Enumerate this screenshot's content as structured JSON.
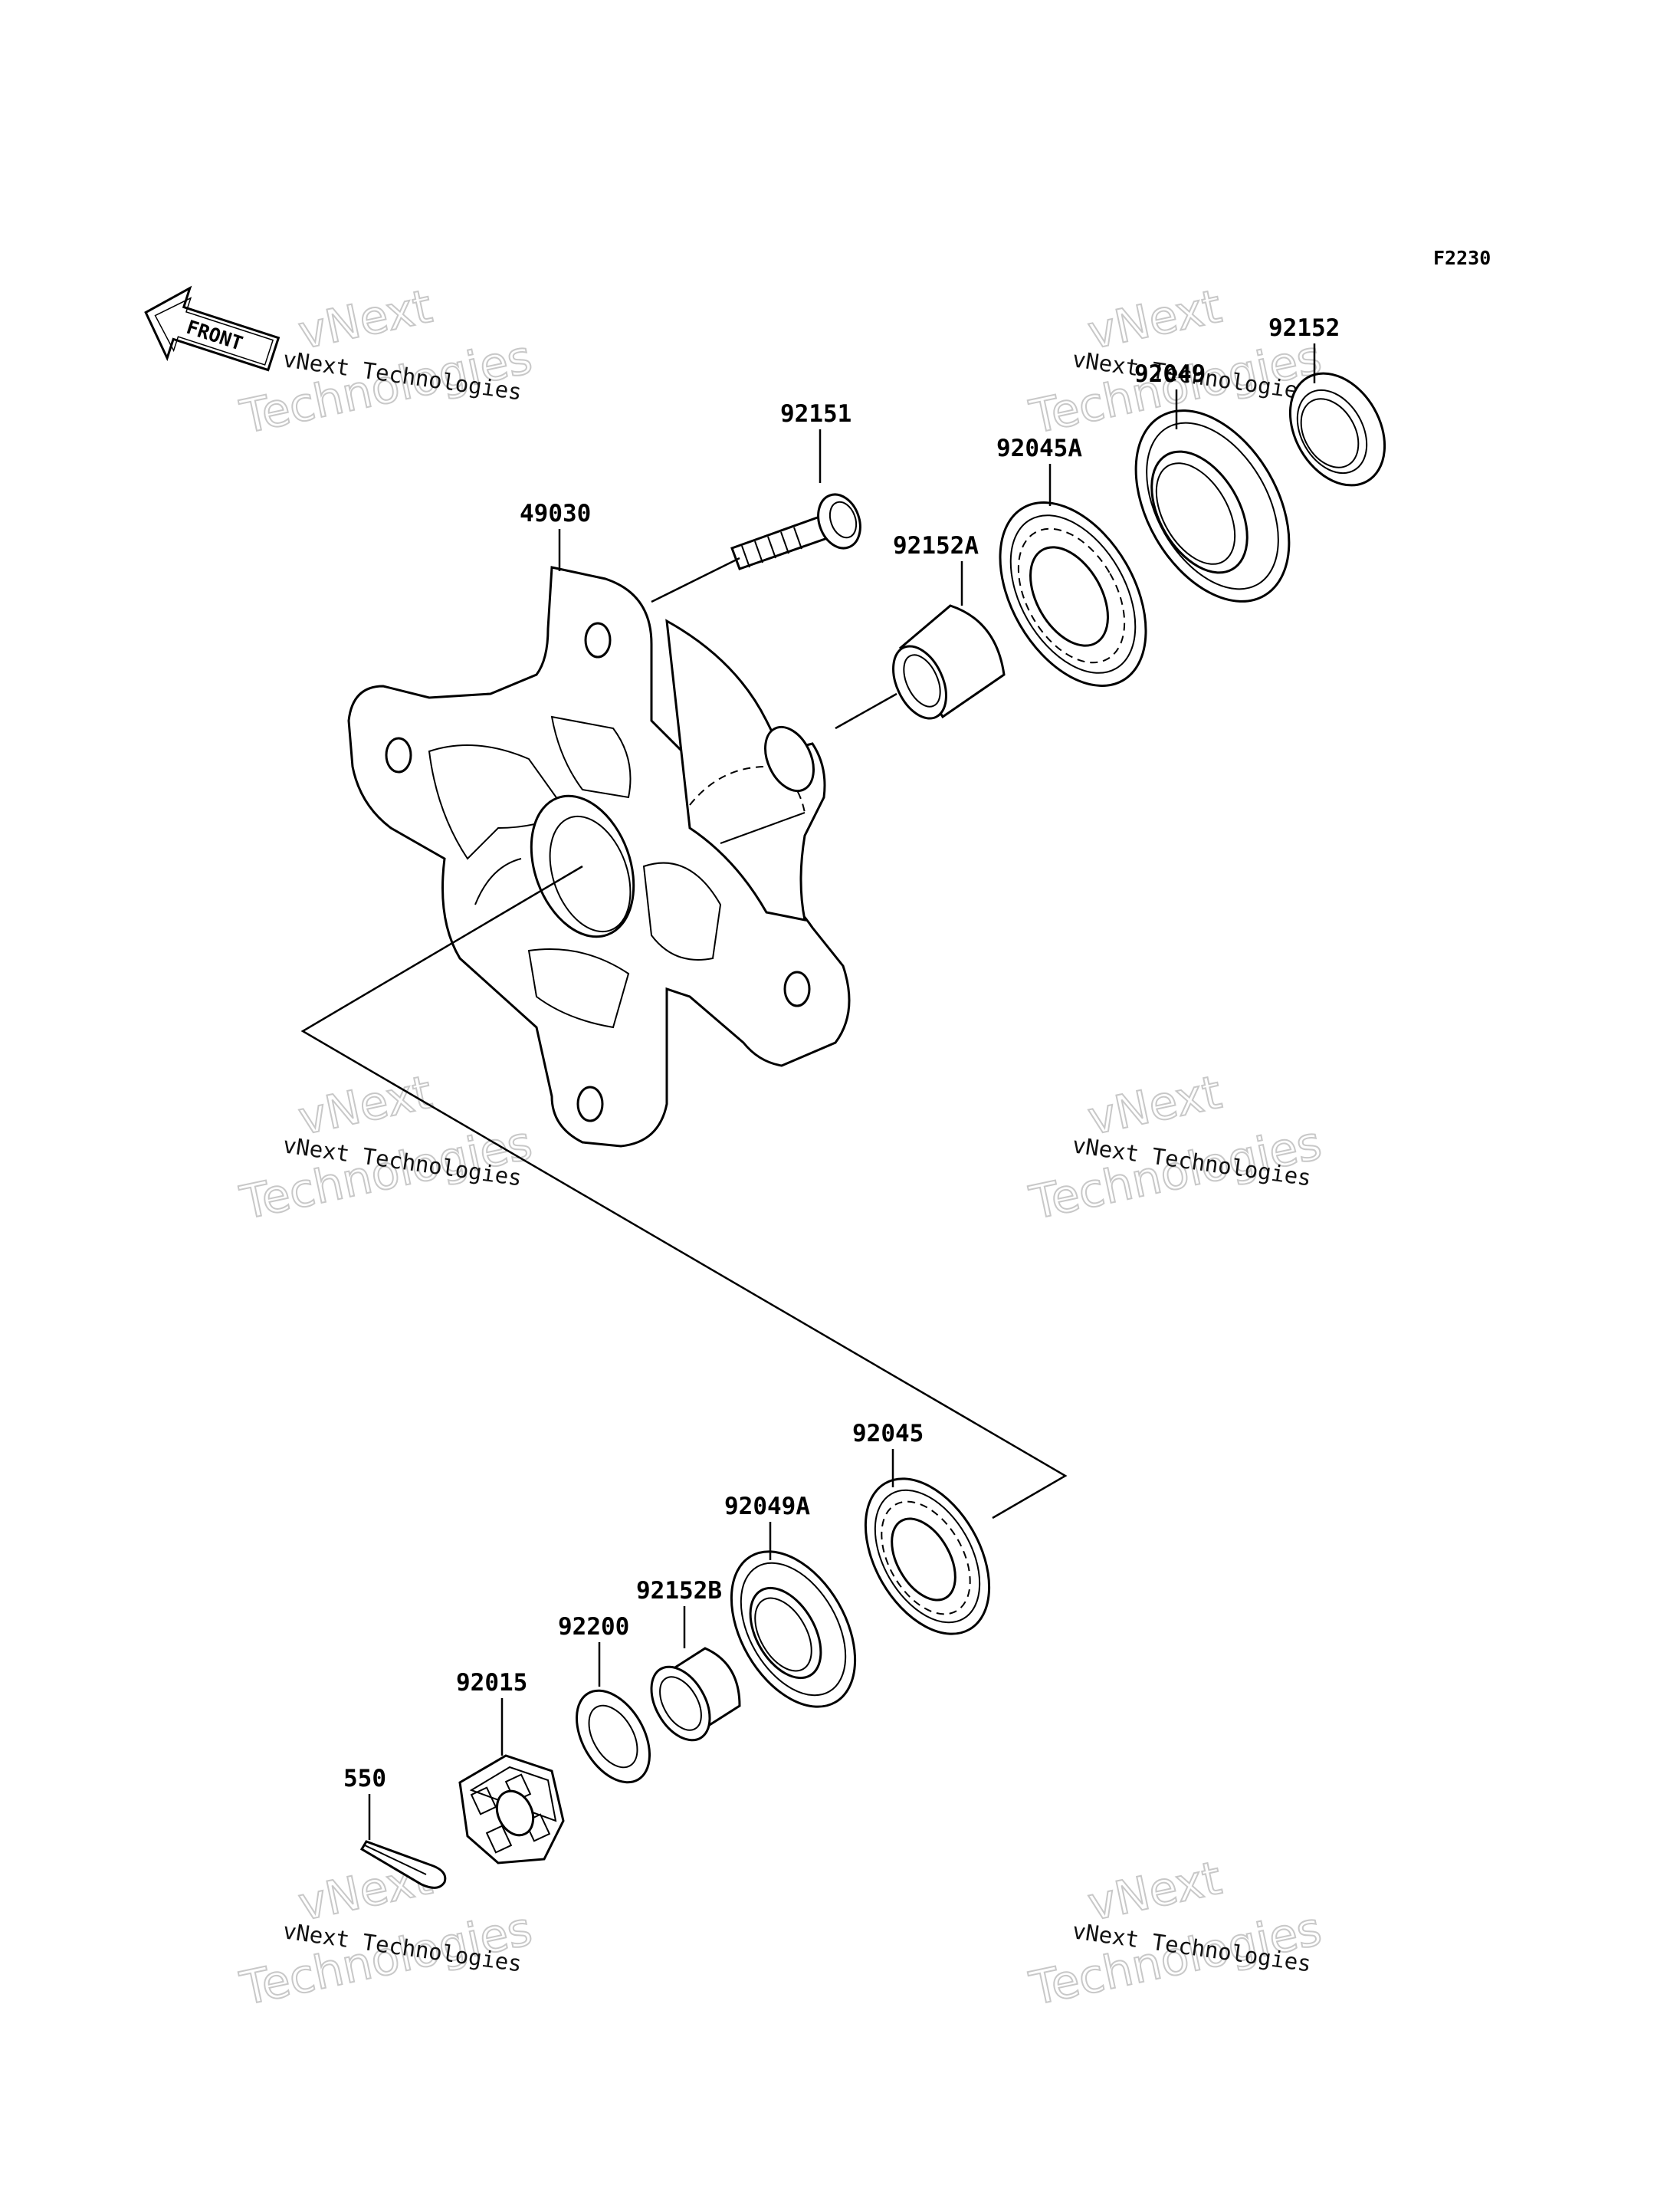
{
  "diagram_code": "F2230",
  "front_marker": "FRONT",
  "watermark": {
    "small": "vNext Technologies",
    "big_line1": "vNext",
    "big_line2": "Technologies"
  },
  "parts": {
    "hub": "49030",
    "hub_stud": "92151",
    "collar_a": "92152A",
    "bearing_a": "92045A",
    "oil_seal": "92049",
    "collar": "92152",
    "bearing": "92045",
    "oil_seal_a": "92049A",
    "collar_b": "92152B",
    "washer": "92200",
    "castle_nut": "92015",
    "cotter_pin": "550"
  }
}
